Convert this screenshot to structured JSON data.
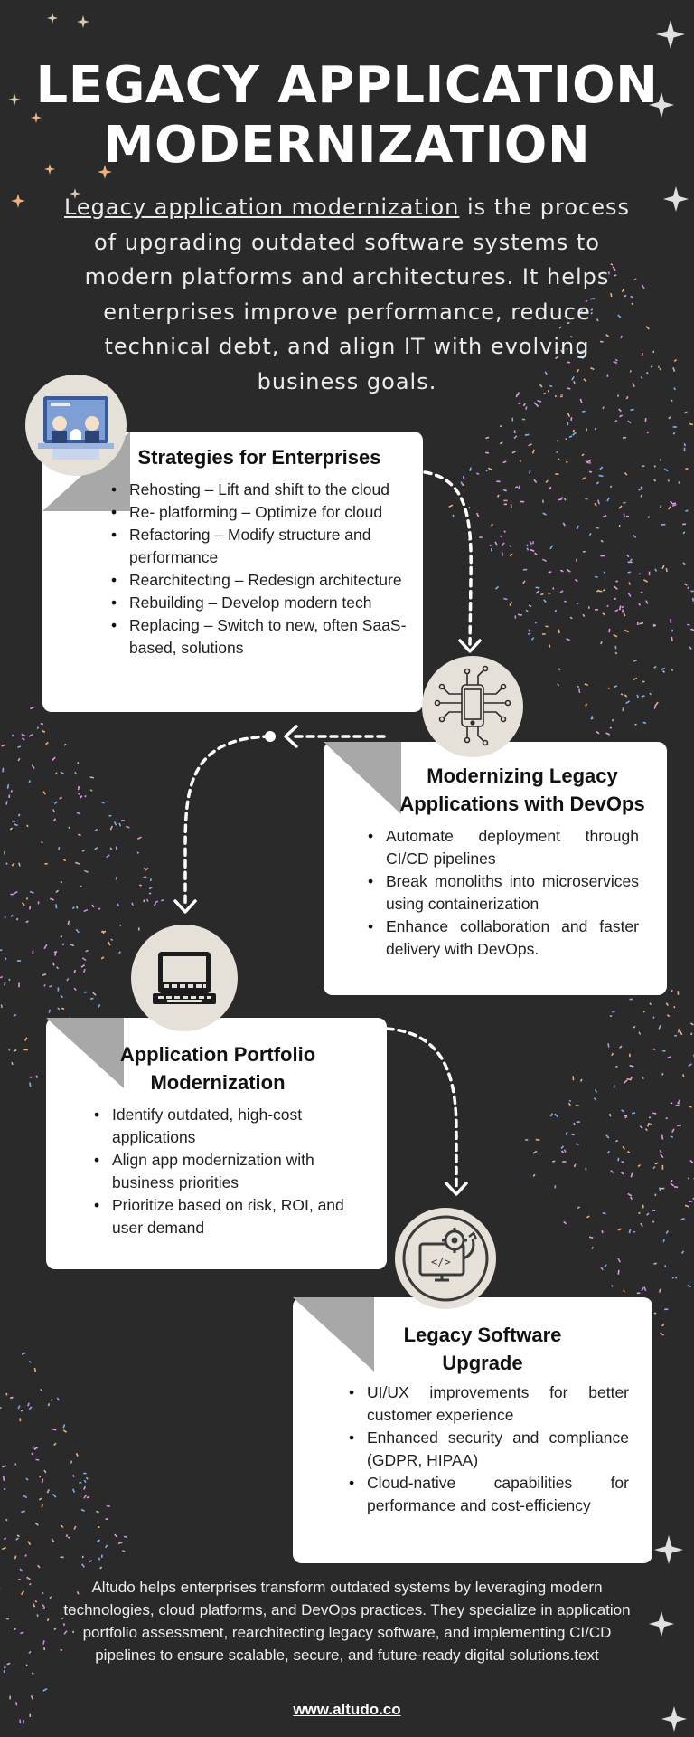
{
  "title": {
    "line1": "LEGACY APPLICATION",
    "line2": "MODERNIZATION"
  },
  "intro": {
    "link_term": "Legacy application modernization",
    "text": " is the process of upgrading outdated software systems to modern platforms and architectures. It helps enterprises improve performance, reduce technical debt, and align IT with evolving business goals."
  },
  "cards": [
    {
      "title": "Strategies for Enterprises",
      "icon": "team-meeting-icon",
      "items": [
        "Rehosting – Lift and shift to the cloud",
        "Re- platforming – Optimize for cloud",
        "Refactoring – Modify structure and performance",
        "Rearchitecting – Redesign architecture",
        "Rebuilding – Develop modern tech",
        "Replacing – Switch to new, often SaaS-based, solutions"
      ]
    },
    {
      "title": "Modernizing Legacy Applications with DevOps",
      "icon": "mobile-circuit-icon",
      "items": [
        "Automate deployment through CI/CD pipelines",
        "Break monoliths into microservices using containerization",
        "Enhance collaboration and faster delivery with DevOps."
      ]
    },
    {
      "title": "Application Portfolio Modernization",
      "icon": "laptop-keyboard-icon",
      "items": [
        "Identify outdated, high-cost applications",
        "Align app modernization with business priorities",
        "Prioritize based on risk, ROI, and user demand"
      ]
    },
    {
      "title": "Legacy Software Upgrade",
      "icon": "code-gear-monitor-icon",
      "items": [
        "UI/UX improvements for better customer experience",
        "Enhanced security and compliance (GDPR, HIPAA)",
        "Cloud-native capabilities for performance and cost-efficiency"
      ]
    }
  ],
  "footer": {
    "text": "Altudo helps enterprises transform outdated systems by leveraging modern technologies, cloud platforms, and DevOps practices. They specialize in application portfolio assessment, rearchitecting legacy software, and implementing CI/CD pipelines to ensure scalable, secure, and future-ready digital solutions.text",
    "link": "www.altudo.co"
  },
  "colors": {
    "background": "#2a2a2a",
    "card": "#ffffff",
    "fold": "#a8a8a8",
    "icon_circle": "#e5e1d8",
    "sparkle_pink": "#e29be3",
    "sparkle_orange": "#f1b07a",
    "sparkle_blue": "#7db1e8"
  }
}
